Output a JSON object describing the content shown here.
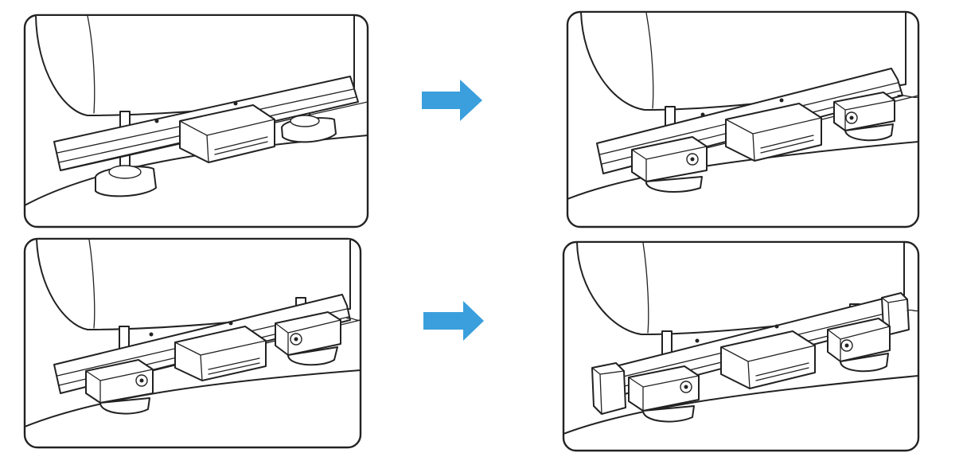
{
  "figure": {
    "panels": [
      {
        "id": "step-1",
        "stage": "rail-only"
      },
      {
        "id": "step-2",
        "stage": "brackets-attached"
      },
      {
        "id": "step-3",
        "stage": "brackets-attached"
      },
      {
        "id": "step-4",
        "stage": "end-caps-installed"
      }
    ],
    "arrows": [
      {
        "from": "step-1",
        "to": "step-2",
        "direction": "right"
      },
      {
        "from": "step-3",
        "to": "step-4",
        "direction": "right"
      }
    ],
    "colors": {
      "arrow": "#3a9fdc",
      "line": "#222222",
      "background": "#ffffff"
    },
    "icons": [
      "headrest",
      "mounting-rail",
      "center-module",
      "headrest-post-clamp",
      "end-cap",
      "arrow-right"
    ]
  }
}
